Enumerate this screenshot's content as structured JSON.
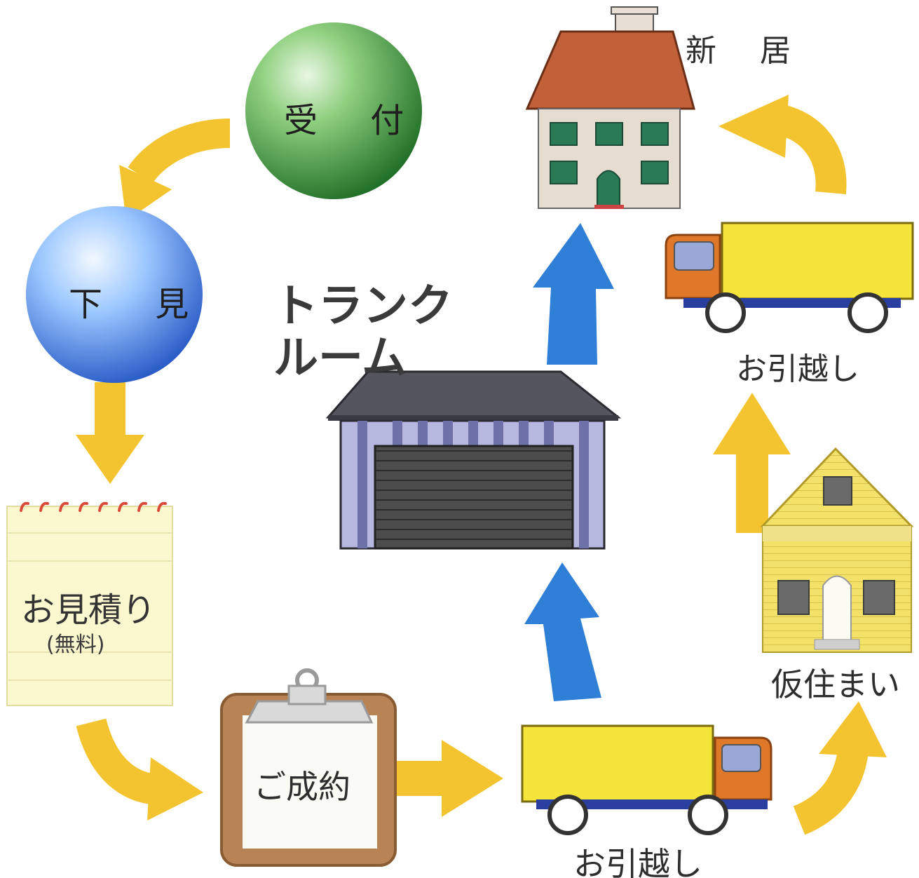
{
  "labels": {
    "reception": "受 付",
    "inspection": "下 見",
    "estimate": "お見積り",
    "estimate_note": "(無料)",
    "contract": "ご成約",
    "moving_bottom": "お引越し",
    "temporary_housing": "仮住まい",
    "moving_right": "お引越し",
    "new_home": "新 居",
    "trunk_room_line1": "トランク",
    "trunk_room_line2": "ルーム"
  },
  "colors": {
    "flow_arrow": "#f4c430",
    "storage_arrow": "#2f7fd6",
    "reception_ball": "#3f9a3f",
    "inspection_ball": "#4f8fe0",
    "truck_body": "#f5e43a",
    "truck_cab": "#e0782a",
    "house_roof": "#c2603a",
    "warehouse": "#4a4a55"
  }
}
